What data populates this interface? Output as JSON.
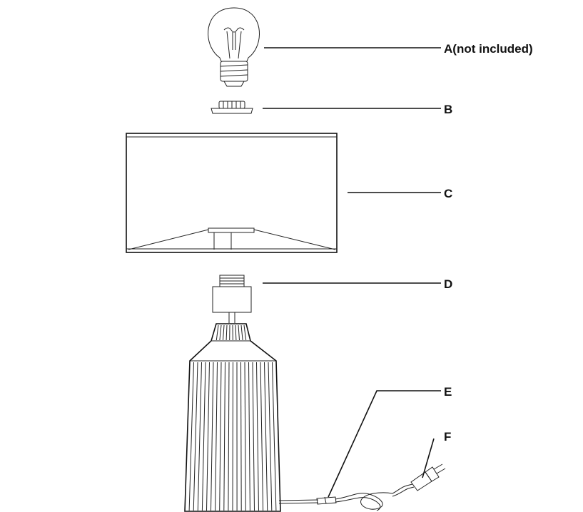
{
  "labels": {
    "a": "A(not included)",
    "b": "B",
    "c": "C",
    "d": "D",
    "e": "E",
    "f": "F"
  },
  "colors": {
    "line": "#111111",
    "background": "#ffffff"
  },
  "icons": [
    "light-bulb-icon",
    "shade-ring-icon",
    "lamp-shade-icon",
    "socket-icon",
    "lamp-base-icon",
    "switch-icon",
    "plug-icon"
  ]
}
